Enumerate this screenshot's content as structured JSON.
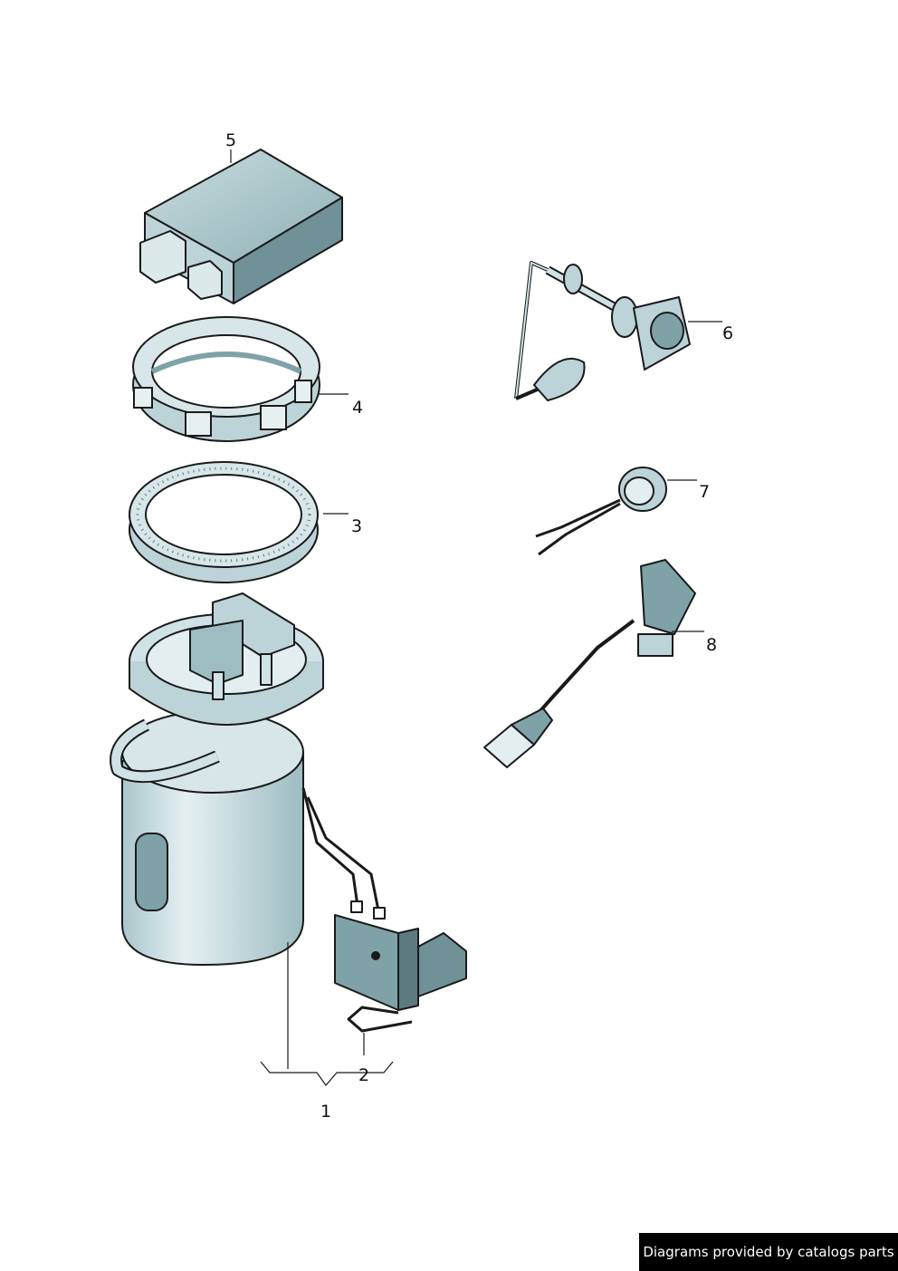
{
  "callouts": [
    "1",
    "2",
    "3",
    "4",
    "5",
    "6",
    "7",
    "8"
  ],
  "footer": {
    "credit": "Diagrams provided by catalogs parts"
  },
  "colors": {
    "part_fill": "#cfe3e6",
    "part_dark": "#7fa2a8",
    "stroke": "#1a1a1a"
  }
}
